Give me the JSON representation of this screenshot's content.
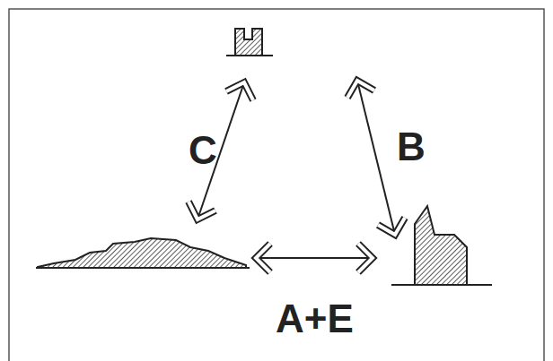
{
  "diagram": {
    "labels": [
      "C",
      "B",
      "A+E"
    ]
  }
}
